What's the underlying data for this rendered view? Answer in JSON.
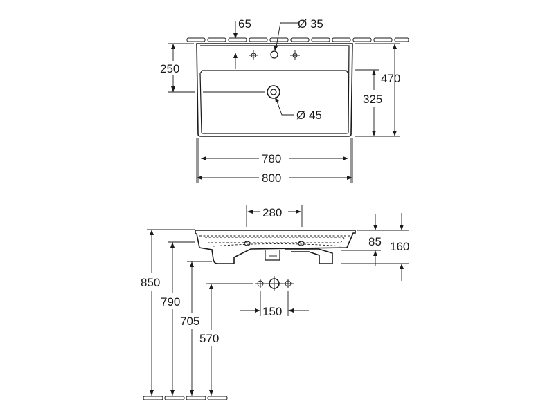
{
  "top_view": {
    "dim_65": "65",
    "dim_dia35": "Ø 35",
    "dim_250": "250",
    "dim_470": "470",
    "dim_325": "325",
    "dim_dia45": "Ø 45",
    "dim_780": "780",
    "dim_800": "800"
  },
  "side_view": {
    "dim_280": "280",
    "dim_85": "85",
    "dim_160": "160",
    "dim_850": "850",
    "dim_790": "790",
    "dim_705": "705",
    "dim_570": "570",
    "dim_150": "150"
  }
}
